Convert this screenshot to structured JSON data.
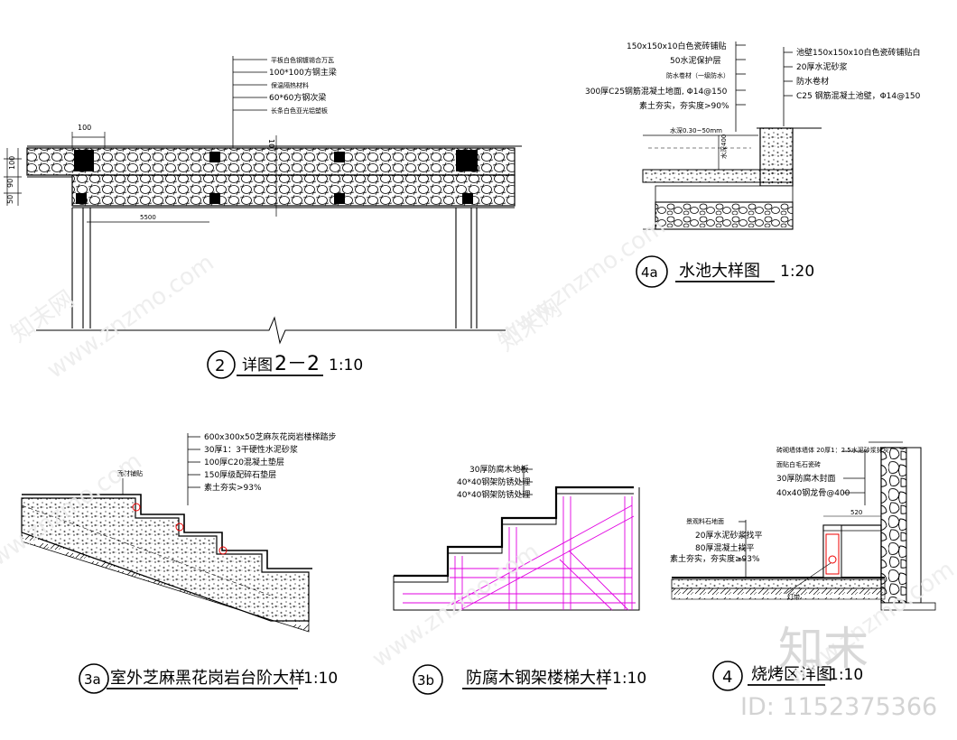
{
  "details": {
    "d2": {
      "tag": "2",
      "title": "详图",
      "title_num": "2－2",
      "scale": "1:10",
      "notes": [
        "平板白色钢镀锡合万瓦",
        "100*100方钢主梁",
        "保温隔热材料",
        "60*60方钢次梁",
        "长条白色亚光铝塑板"
      ],
      "dims": {
        "d100": "100",
        "d5500": "5500",
        "side": [
          "100",
          "90",
          "50"
        ],
        "d10": "10"
      }
    },
    "d4a": {
      "tag": "4a",
      "title": "水池大样图",
      "scale": "1:20",
      "notes_left": [
        "150x150x10白色瓷砖铺贴",
        "50水泥保护层",
        "防水卷材（一级防水）",
        "300厚C25钢筋混凝土地面, Φ14@150",
        "素土夯实，夯实度>90%"
      ],
      "notes_right": [
        "池壁150x150x10白色瓷砖铺贴白",
        "20厚水泥砂浆",
        "防水卷材",
        "C25 钢筋混凝土池壁，Φ14@150"
      ],
      "dims": {
        "water": "水深0.30~50mm",
        "depth": "水深400"
      }
    },
    "d3a": {
      "tag": "3a",
      "title": "室外芝麻黑花岗岩台阶大样",
      "scale": "1:10",
      "notes": [
        "600x300x50芝麻灰花岗岩楼梯踏步",
        "30厚1：3干硬性水泥砂浆",
        "100厚C20混凝土垫层",
        "150厚级配碎石垫层",
        "素土夯实>93%"
      ],
      "small_label": "面材铺贴"
    },
    "d3b": {
      "tag": "3b",
      "title": "防腐木钢架楼梯大样",
      "scale": "1:10",
      "notes": [
        "30厚防腐木地板",
        "40*40钢架防锈处理",
        "40*40钢架防锈处理"
      ]
    },
    "d4": {
      "tag": "4",
      "title": "烧烤区详图",
      "scale": "1:10",
      "notes_top": [
        "砖砌墙体墙体 20厚1：2.5水泥砂浆抹灰",
        "面贴白毛石瓷砖",
        "30厚防腐木封面",
        "40x40钢龙骨@400"
      ],
      "notes_bottom": [
        "景观料石地面",
        "20厚水泥砂浆找平",
        "80厚混凝土找平",
        "素土夯实，夯实度≥93%"
      ],
      "dims": {
        "d520": "520"
      },
      "small_label": "灯带"
    }
  },
  "watermark": {
    "brand": "知末",
    "id_text": "ID: 1152375366",
    "url": "www.znzmo.com",
    "site": "知末网"
  }
}
